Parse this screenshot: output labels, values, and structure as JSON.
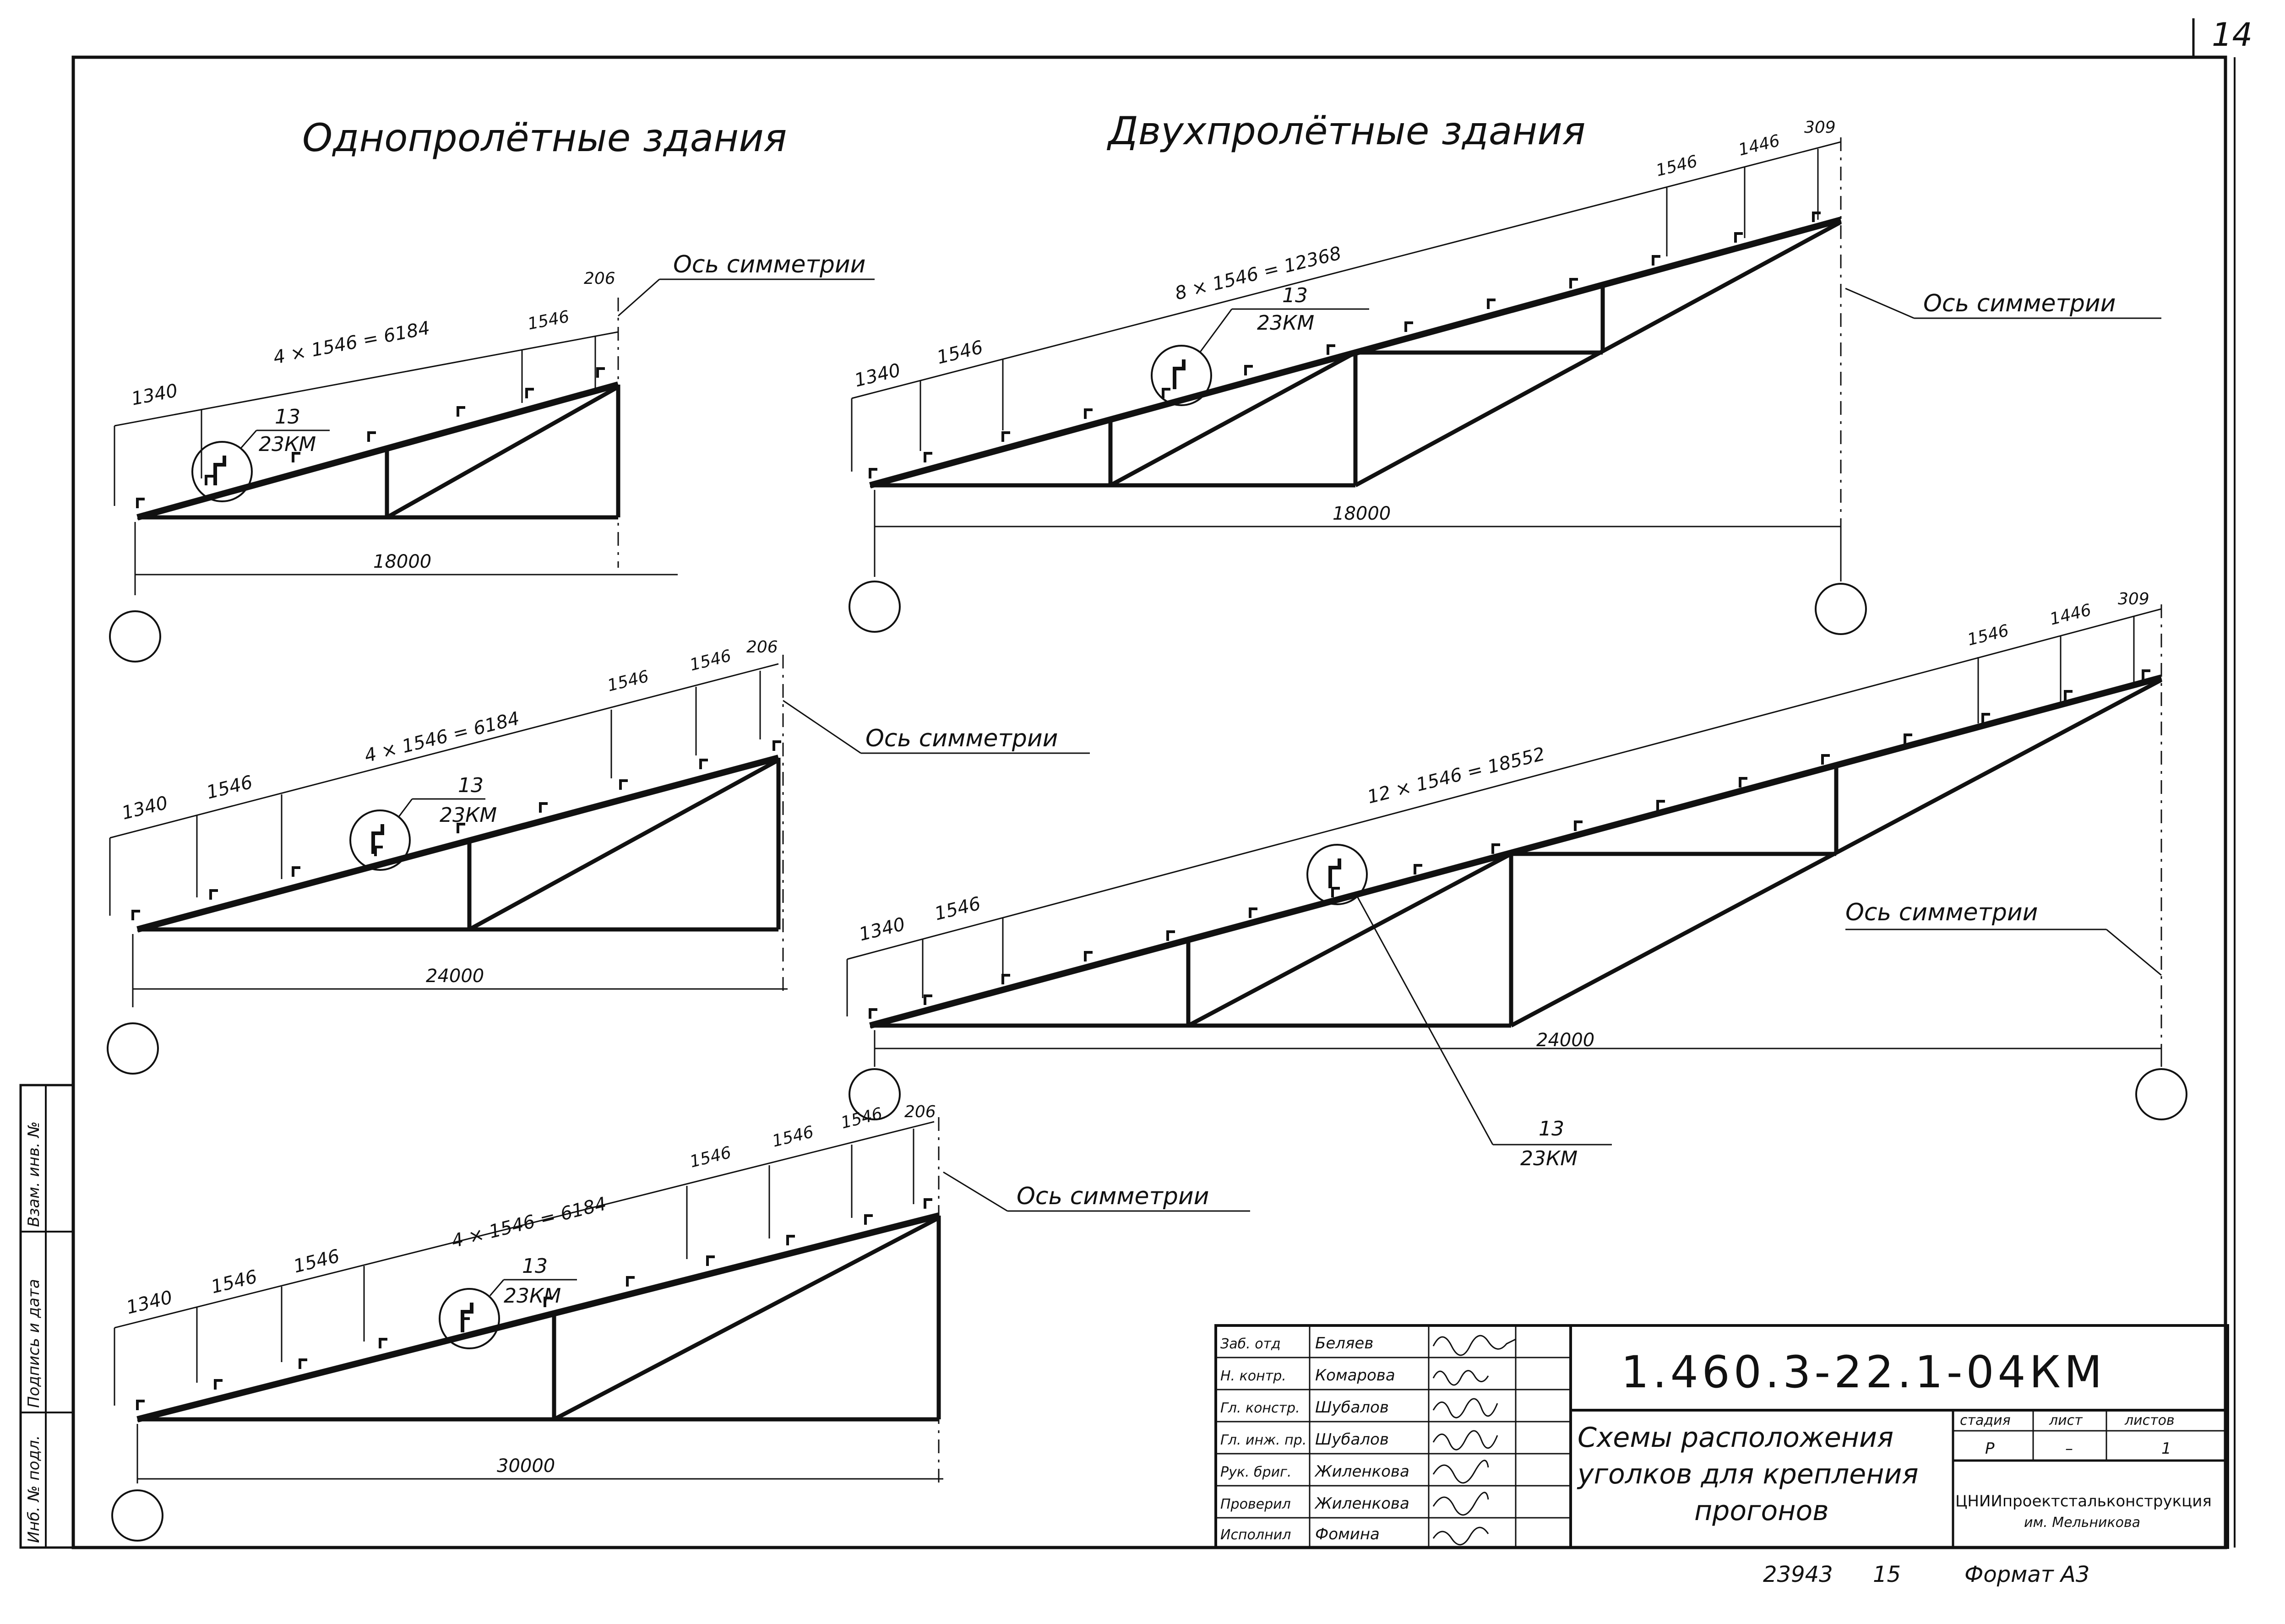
{
  "sheet": {
    "page_number": "14",
    "left_stamp_texts": [
      "Инб. № подл.",
      "Подпись и дата",
      "Взам. инв. №"
    ],
    "footer_number": "23943",
    "footer_mark": "15",
    "format_label": "Формат А3"
  },
  "headings": {
    "single_span": "Однопролётные здания",
    "double_span": "Двухпролётные здания"
  },
  "diagrams": [
    {
      "id": "single-18000",
      "spacing_text": "4 × 1546 = 6184",
      "dims": [
        "1340",
        "1546",
        "206"
      ],
      "span": "18000",
      "callout_top": "13",
      "callout_bottom": "23КМ",
      "axis_label": "Ось симметрии"
    },
    {
      "id": "single-24000",
      "spacing_text": "4 × 1546 = 6184",
      "dims": [
        "1340",
        "1546",
        "1546",
        "1546",
        "206"
      ],
      "span": "24000",
      "callout_top": "13",
      "callout_bottom": "23КМ",
      "axis_label": "Ось симметрии"
    },
    {
      "id": "single-30000",
      "spacing_text": "4 × 1546 = 6184",
      "dims": [
        "1340",
        "1546",
        "1546",
        "1546",
        "1546",
        "1546",
        "206"
      ],
      "span": "30000",
      "callout_top": "13",
      "callout_bottom": "23КМ",
      "axis_label": "Ось симметрии"
    },
    {
      "id": "double-18000",
      "spacing_text": "8 × 1546 = 12368",
      "dims": [
        "1340",
        "1546",
        "1546",
        "1446",
        "309"
      ],
      "span": "18000",
      "callout_top": "13",
      "callout_bottom": "23КМ",
      "axis_label": "Ось симметрии"
    },
    {
      "id": "double-24000",
      "spacing_text": "12 × 1546 = 18552",
      "dims": [
        "1340",
        "1546",
        "1546",
        "1446",
        "309"
      ],
      "span": "24000",
      "callout_top": "13",
      "callout_bottom": "23КМ",
      "axis_label": "Ось симметрии"
    }
  ],
  "title_block": {
    "roles": [
      "Заб. отд",
      "Н. контр.",
      "Гл. констр.",
      "Гл. инж. пр.",
      "Рук. бриг.",
      "Проверил",
      "Исполнил"
    ],
    "names": [
      "Беляев",
      "Комарова",
      "Шубалов",
      "Шубалов",
      "Жиленкова",
      "Жиленкова",
      "Фомина"
    ],
    "code": "1.460.3-22.1-04КМ",
    "description": [
      "Схемы расположения",
      "уголков для крепления",
      "прогонов"
    ],
    "stage_header": "стадия",
    "sheet_header": "лист",
    "sheets_header": "листов",
    "stage_value": "Р",
    "sheet_value": "–",
    "sheets_value": "1",
    "organization": "ЦНИИпроектстальконструкция",
    "organization_sub": "им. Мельникова"
  }
}
